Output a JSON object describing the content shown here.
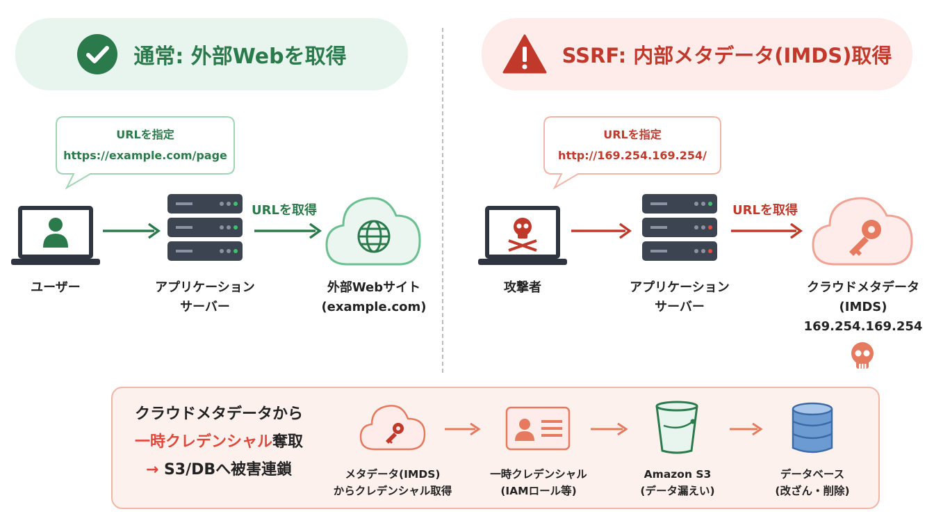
{
  "normal": {
    "title": "通常: 外部Webを取得",
    "bubble_line1": "URLを指定",
    "bubble_line2": "https://example.com/page",
    "arrow_label": "URLを取得",
    "user_label": "ユーザー",
    "server_line1": "アプリケーション",
    "server_line2": "サーバー",
    "site_line1": "外部Webサイト",
    "site_line2": "(example.com)",
    "colors": {
      "accent": "#2b7a4b",
      "bg": "#e8f5ee"
    },
    "icons": [
      "check-circle-icon",
      "laptop-icon",
      "user-icon",
      "server-icon",
      "cloud-icon",
      "globe-icon"
    ]
  },
  "ssrf": {
    "title": "SSRF: 内部メタデータ(IMDS)取得",
    "bubble_line1": "URLを指定",
    "bubble_line2": "http://169.254.169.254/",
    "arrow_label": "URLを取得",
    "attacker_label": "攻撃者",
    "server_line1": "アプリケーション",
    "server_line2": "サーバー",
    "metadata_line1": "クラウドメタデータ",
    "metadata_line2": "(IMDS)",
    "metadata_line3": "169.254.169.254",
    "colors": {
      "accent": "#c0392b",
      "bg": "#fdecea"
    },
    "icons": [
      "warning-icon",
      "laptop-icon",
      "skull-icon",
      "server-icon",
      "cloud-icon",
      "key-icon",
      "skull-icon"
    ]
  },
  "summary": {
    "line1": "クラウドメタデータから",
    "line2_highlight": "一時クレデンシャル",
    "line2_rest": "奪取",
    "line3_arrow": "→",
    "line3_rest": "S3/DBへ被害連鎖"
  },
  "chain": [
    {
      "line1": "メタデータ(IMDS)",
      "line2": "からクレデンシャル取得",
      "icon": "cloud-key-icon"
    },
    {
      "line1": "一時クレデンシャル",
      "line2": "(IAMロール等)",
      "icon": "id-card-icon"
    },
    {
      "line1": "Amazon S3",
      "line2": "(データ漏えい)",
      "icon": "bucket-icon"
    },
    {
      "line1": "データベース",
      "line2": "(改ざん・削除)",
      "icon": "database-icon"
    }
  ]
}
